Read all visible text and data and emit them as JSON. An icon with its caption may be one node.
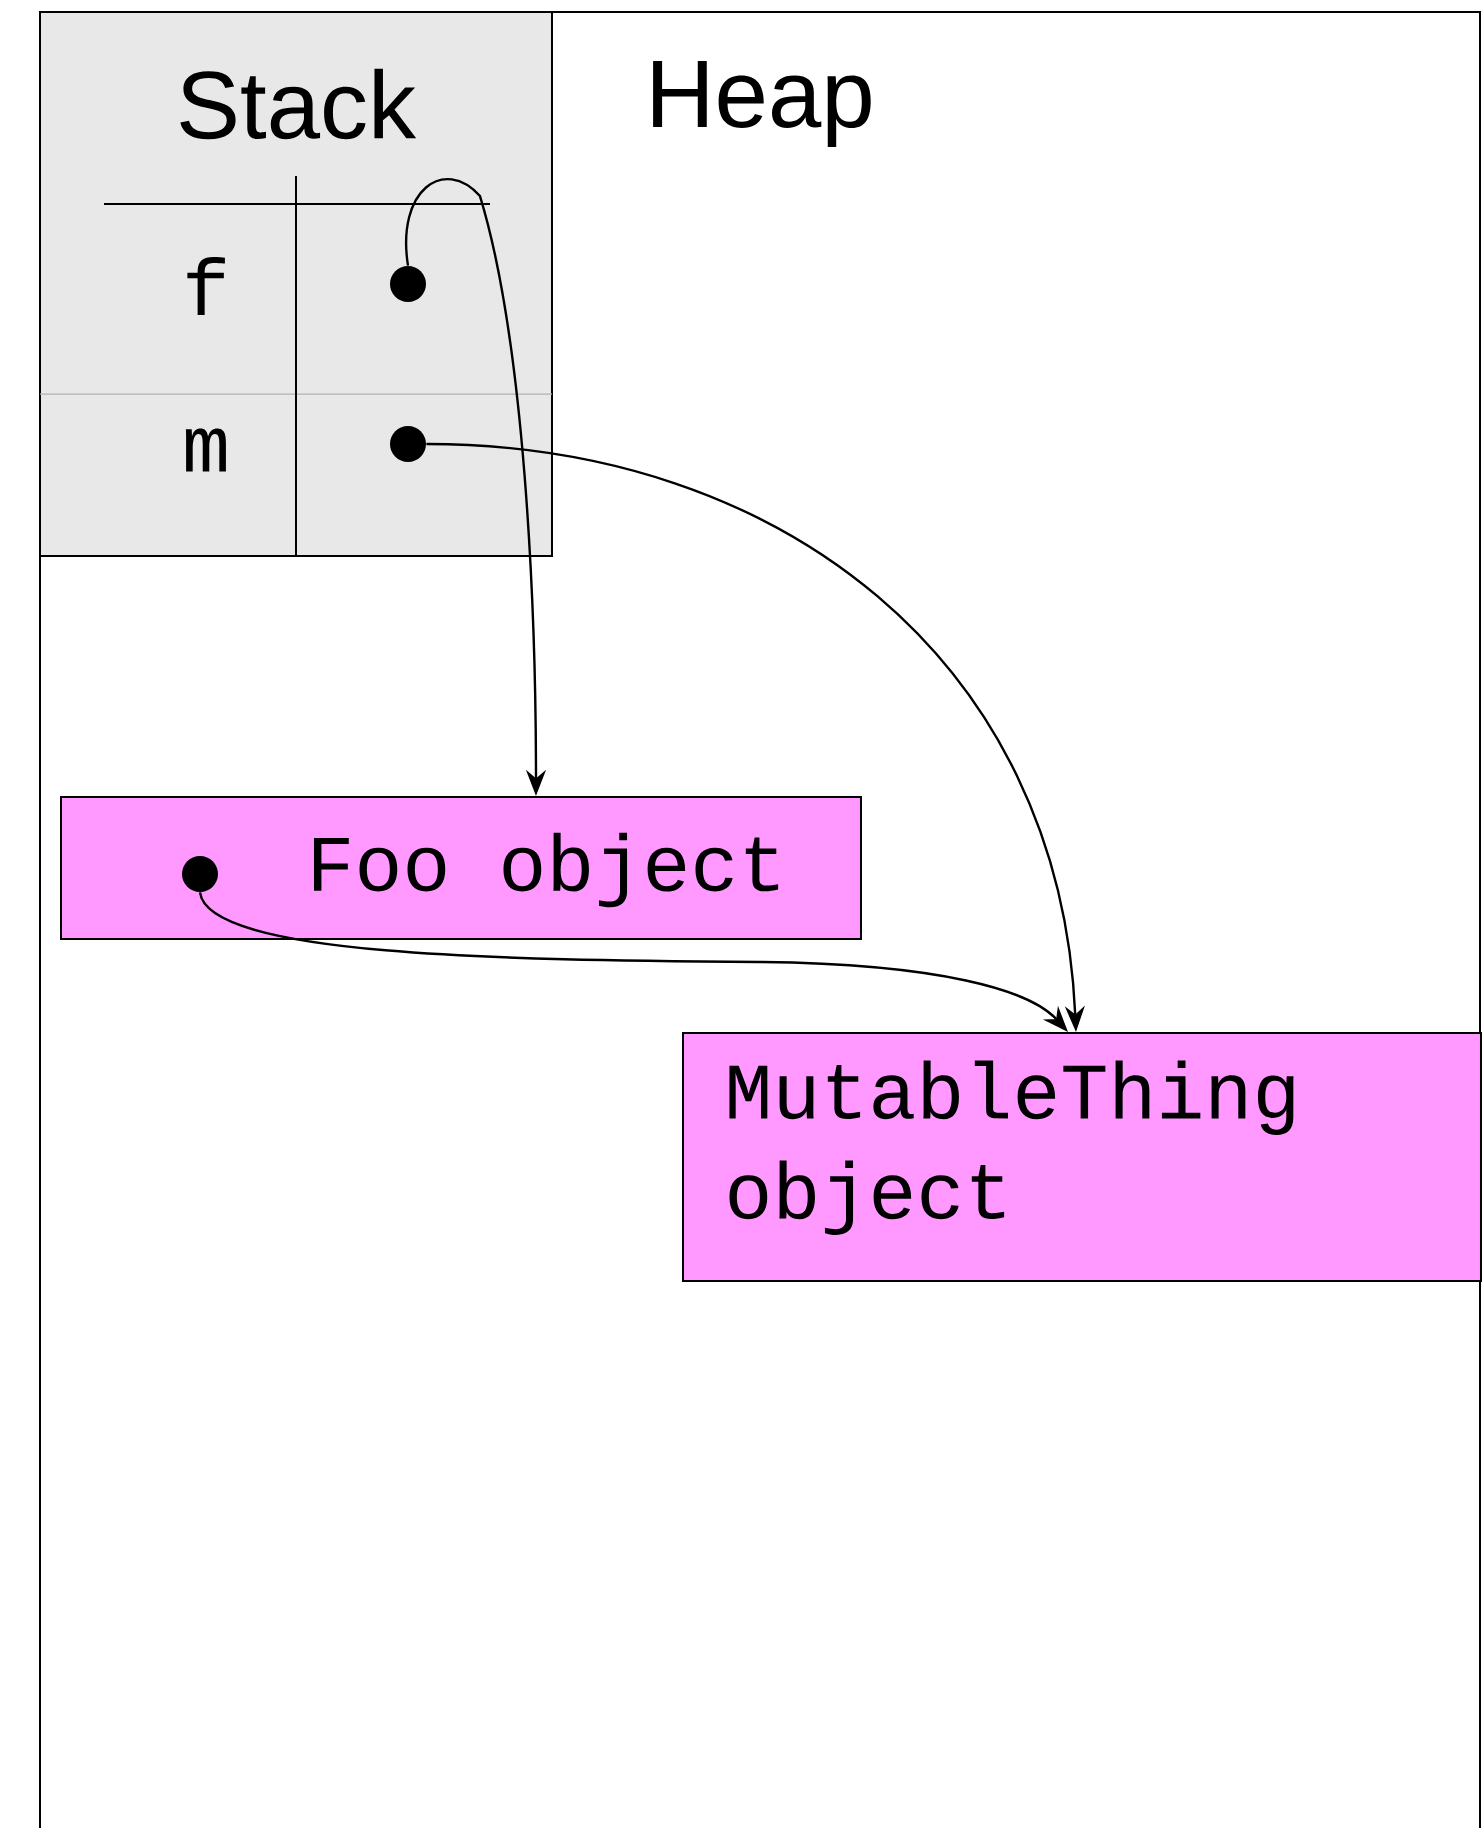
{
  "diagram": {
    "nodes": [
      {
        "text": [
          "Heap"
        ]
      },
      {
        "text": [
          "Stack"
        ],
        "in": 0
      },
      {
        "text": [],
        "shape": "circle",
        "in": 1
      },
      {
        "text": [],
        "shape": "circle",
        "in": 1
      },
      {
        "text": [
          "Foo object"
        ],
        "in": 0
      },
      {
        "text": [],
        "shape": "circle",
        "in": 4
      },
      {
        "text": [
          "MutableThing object"
        ],
        "in": 0
      }
    ],
    "edges": [
      {
        "from": 2,
        "to": 4,
        "arrow": "to"
      },
      {
        "from": 3,
        "to": 6,
        "arrow": "to"
      },
      {
        "from": 5,
        "to": 6,
        "arrow": "to"
      }
    ],
    "labels": [
      "f",
      "m"
    ]
  }
}
